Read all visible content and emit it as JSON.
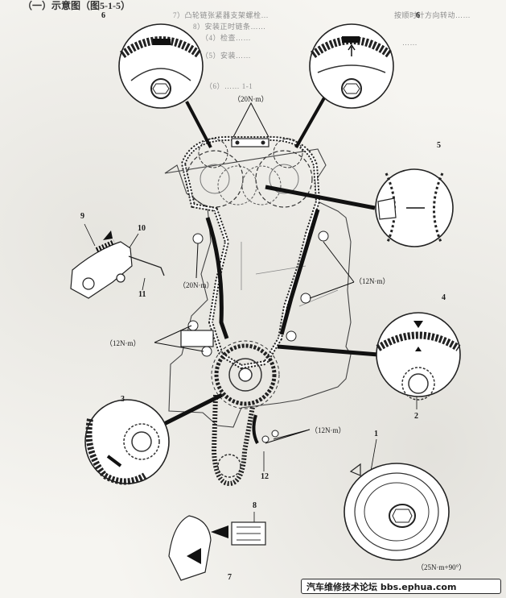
{
  "header": {
    "text": "（一）示意图（图5-1-5）"
  },
  "bleed_text": [
    "7）凸轮链张紧器支架螺栓…",
    "8）安装正时链条……",
    "（4）检查……",
    "（5）安装……",
    "（6）…… 1-1",
    "按顺时针方向转动……",
    "……"
  ],
  "callouts": [
    "6",
    "6",
    "5",
    "4",
    "2",
    "9",
    "10",
    "11",
    "3",
    "1",
    "12",
    "8",
    "7"
  ],
  "torques": [
    "（20N·m）",
    "（20N·m）",
    "（12N·m）",
    "（12N·m）",
    "（12N·m）",
    "（25N·m+90°）"
  ],
  "watermark": "汽车维修技术论坛 bbs.ephua.com"
}
